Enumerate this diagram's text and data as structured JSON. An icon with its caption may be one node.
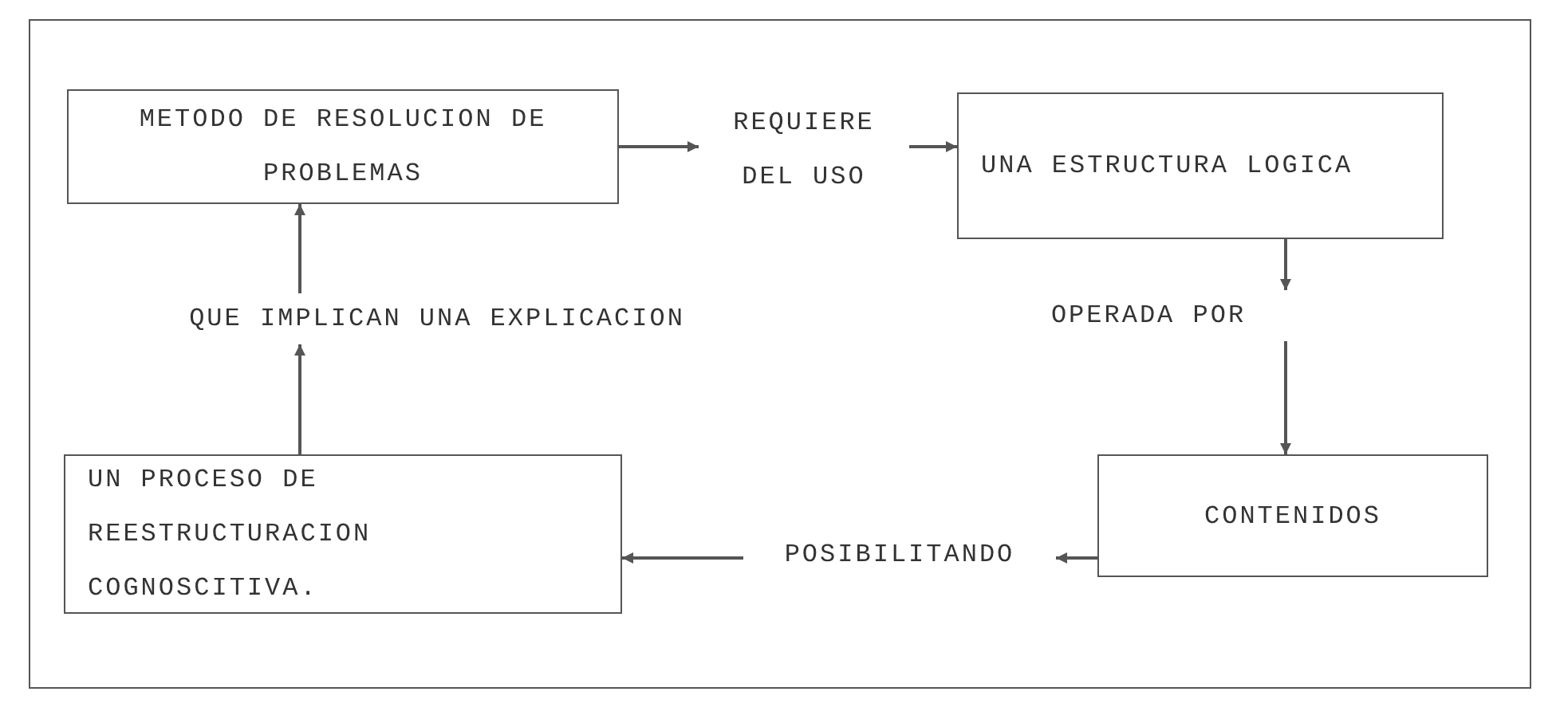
{
  "diagram": {
    "nodes": [
      {
        "text": [
          "METODO DE RESOLUCION DE PROBLEMAS"
        ]
      },
      {
        "text": [
          "REQUIERE DEL USO"
        ]
      },
      {
        "text": [
          "UNA ESTRUCTURA LOGICA"
        ]
      },
      {
        "text": [
          "OPERADA POR"
        ]
      },
      {
        "text": [
          "CONTENIDOS"
        ]
      },
      {
        "text": [
          "POSIBILITANDO"
        ]
      },
      {
        "text": [
          "UN PROCESO DE REESTRUCTURACION COGNOSCITIVA."
        ]
      },
      {
        "text": [
          "QUE IMPLICAN UNA EXPLICACION"
        ]
      }
    ],
    "edges": [
      {
        "from": 0,
        "to": 1,
        "arrow": "to"
      },
      {
        "from": 1,
        "to": 2,
        "arrow": "to"
      },
      {
        "from": 2,
        "to": 3,
        "arrow": "to"
      },
      {
        "from": 3,
        "to": 4,
        "arrow": "to"
      },
      {
        "from": 4,
        "to": 5,
        "arrow": "to"
      },
      {
        "from": 5,
        "to": 6,
        "arrow": "to"
      },
      {
        "from": 6,
        "to": 7,
        "arrow": "to"
      },
      {
        "from": 7,
        "to": 0,
        "arrow": "to"
      }
    ]
  }
}
